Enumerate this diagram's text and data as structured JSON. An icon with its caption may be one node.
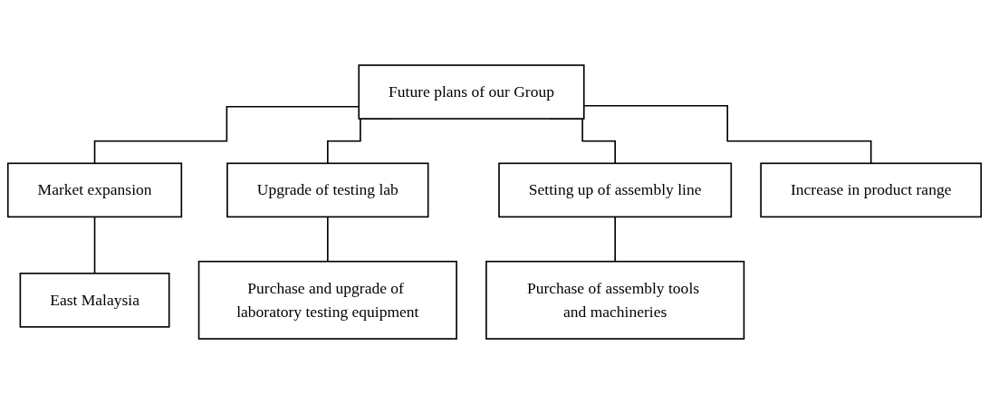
{
  "diagram": {
    "nodes": [
      {
        "text": [
          "Future plans of our Group"
        ]
      },
      {
        "text": [
          "Market expansion"
        ]
      },
      {
        "text": [
          "Upgrade of testing lab"
        ]
      },
      {
        "text": [
          "Setting up of assembly line"
        ]
      },
      {
        "text": [
          "Increase in product range"
        ]
      },
      {
        "text": [
          "East Malaysia"
        ]
      },
      {
        "text": [
          "Purchase and upgrade of laboratory testing equipment"
        ]
      },
      {
        "text": [
          "Purchase of assembly tools and machineries"
        ]
      }
    ],
    "edges": [
      {
        "from": 0,
        "to": 1,
        "arrow": "none"
      },
      {
        "from": 0,
        "to": 2,
        "arrow": "none"
      },
      {
        "from": 0,
        "to": 3,
        "arrow": "none"
      },
      {
        "from": 0,
        "to": 4,
        "arrow": "none"
      },
      {
        "from": 1,
        "to": 5,
        "arrow": "none"
      },
      {
        "from": 2,
        "to": 6,
        "arrow": "none"
      },
      {
        "from": 3,
        "to": 7,
        "arrow": "none"
      }
    ]
  }
}
